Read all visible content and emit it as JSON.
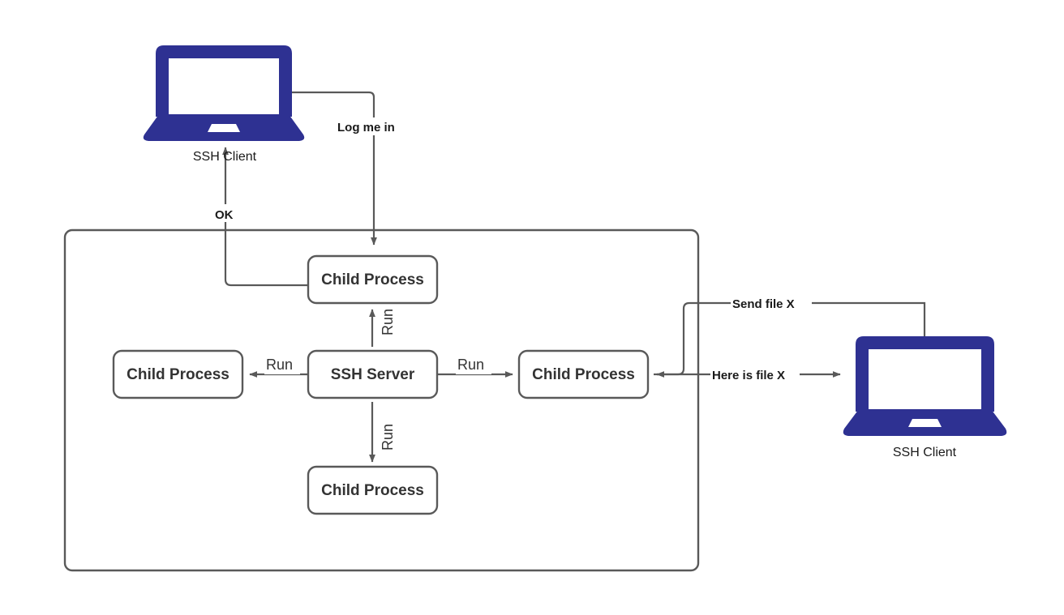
{
  "diagram": {
    "title": "SSH Server process model",
    "colors": {
      "laptop": "#2e3192",
      "stroke": "#595959",
      "text": "#333333",
      "background": "#ffffff"
    },
    "container": {
      "name": "ssh-server-host-boundary",
      "label": ""
    },
    "nodes": {
      "ssh_server": "SSH Server",
      "child_top": "Child Process",
      "child_left": "Child Process",
      "child_right": "Child Process",
      "child_bottom": "Child Process"
    },
    "icons": {
      "client_top": {
        "icon": "laptop-icon",
        "caption": "SSH Client"
      },
      "client_right": {
        "icon": "laptop-icon",
        "caption": "SSH Client"
      }
    },
    "edges": {
      "login_request": "Log me in",
      "login_ack": "OK",
      "run_top": "Run",
      "run_left": "Run",
      "run_right": "Run",
      "run_bottom": "Run",
      "send_file": "Send file X",
      "receive_file": "Here is file X"
    }
  }
}
